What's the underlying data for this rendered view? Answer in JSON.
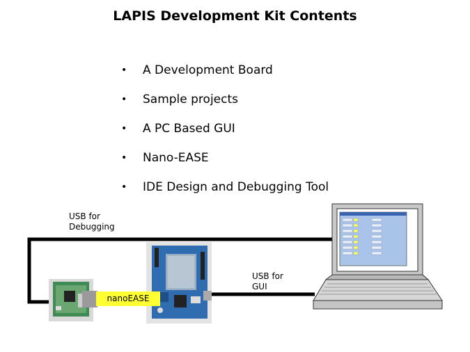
{
  "title": "LAPIS Development Kit Contents",
  "bullets": [
    {
      "marker": "•",
      "text": "A Development Board"
    },
    {
      "marker": "•",
      "text": "Sample projects"
    },
    {
      "marker": "•",
      "text": "A PC Based GUI"
    },
    {
      "marker": "•",
      "text": "Nano-EASE"
    },
    {
      "marker": "•",
      "text": "IDE Design and Debugging Tool"
    }
  ],
  "labels": {
    "usb_debug_line1": "USB for",
    "usb_debug_line2": "Debugging",
    "usb_gui_line1": "USB for",
    "usb_gui_line2": "GUI",
    "nanoease": "nanoEASE"
  },
  "colors": {
    "cable": "#000000",
    "nanoease_tag": "#ffff33",
    "board_blue": "#2f6db0",
    "laptop_gray": "#c8c8c8",
    "screen_blue": "#a9c4e8"
  }
}
